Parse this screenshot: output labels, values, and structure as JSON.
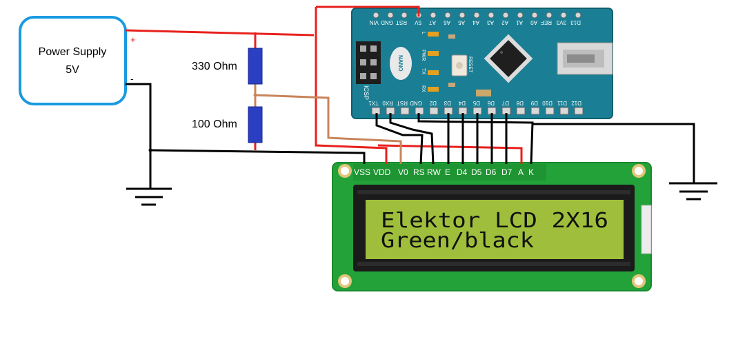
{
  "power_supply": {
    "title": "Power Supply",
    "voltage": "5V",
    "plus_sign": "+",
    "minus_sign": "-"
  },
  "resistors": {
    "r1_label": "330 Ohm",
    "r2_label": "100 Ohm"
  },
  "arduino": {
    "board_text": "NANO",
    "icsp_label": "ICSP",
    "reset_label": "RESET",
    "led_labels": [
      "L",
      "PWR",
      "TX",
      "RX"
    ],
    "top_pins": [
      "D13",
      "3V3",
      "REF",
      "A0",
      "A1",
      "A2",
      "A3",
      "A4",
      "A5",
      "A6",
      "A7",
      "5V",
      "RST",
      "GND",
      "VIN"
    ],
    "bottom_pins": [
      "TX1",
      "RX0",
      "RST",
      "GND",
      "D2",
      "D3",
      "D4",
      "D5",
      "D6",
      "D7",
      "D8",
      "D9",
      "D10",
      "D11",
      "D12"
    ]
  },
  "lcd": {
    "pin_labels": [
      "VSS",
      "VDD",
      "V0",
      "RS",
      "RW",
      "E",
      "D4",
      "D5",
      "D6",
      "D7",
      "A",
      "K"
    ],
    "line1": "Elektor LCD 2X16",
    "line2": "Green/black"
  },
  "colors": {
    "wire_red": "#e8201c",
    "wire_black": "#000000",
    "wire_brown": "#c8845a",
    "resistor_blue": "#2b3fc2",
    "psu_border": "#1a9ae0",
    "pcb_blue": "#1a7f94",
    "lcd_pcb": "#23a23a",
    "lcd_screen": "#9fbf3c"
  }
}
